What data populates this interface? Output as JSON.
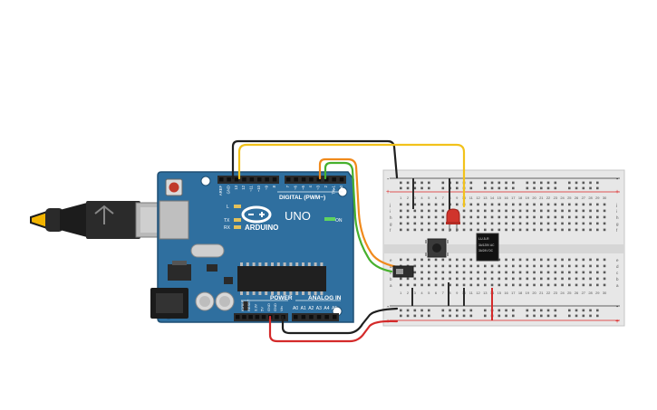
{
  "arduino": {
    "brand": "ARDUINO",
    "model": "UNO",
    "digital_header_label": "DIGITAL (PWM~)",
    "power_header_label": "POWER",
    "analog_header_label": "ANALOG IN",
    "on_label": "ON",
    "tx_label": "TX",
    "rx_label": "RX",
    "l_label": "L",
    "digital_pins": [
      "AREF",
      "GND",
      "13",
      "12",
      "~11",
      "~10",
      "~9",
      "8",
      "7",
      "~6",
      "~5",
      "4",
      "~3",
      "2",
      "TX▸1",
      "RX◂0"
    ],
    "power_pins": [
      "IOREF",
      "RESET",
      "3.3V",
      "5V",
      "GND",
      "GND",
      "Vin"
    ],
    "analog_pins": [
      "A0",
      "A1",
      "A2",
      "A3",
      "A4",
      "A5"
    ]
  },
  "relay": {
    "line1": "LU-5-R",
    "line2": "3A/125V AC",
    "line3": "3A/24V DC"
  },
  "breadboard": {
    "row_letters_top": [
      "j",
      "i",
      "h",
      "g",
      "f"
    ],
    "row_letters_bottom": [
      "e",
      "d",
      "c",
      "b",
      "a"
    ],
    "rail_plus": "+",
    "rail_minus": "-",
    "column_count": 30
  },
  "colors": {
    "board": "#2f6f9f",
    "board_dark": "#235a82",
    "wire_black": "#1f1f1f",
    "wire_yellow": "#f2c21b",
    "wire_orange": "#f08a1c",
    "wire_green": "#47b02d",
    "wire_red": "#d42a2a",
    "led_red": "#d0342c",
    "breadboard": "#e6e6e6"
  }
}
